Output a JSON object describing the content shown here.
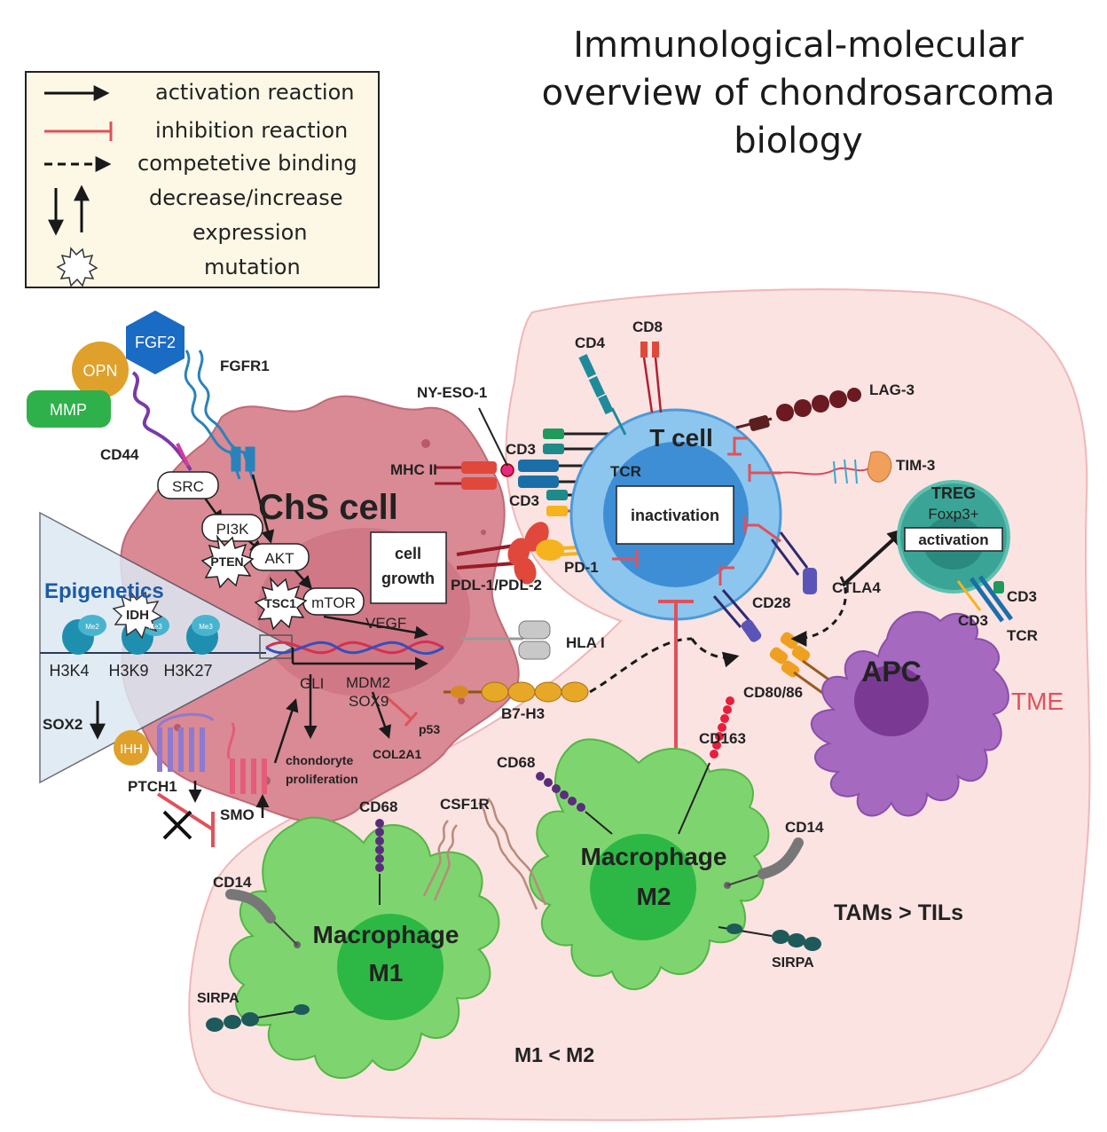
{
  "title": {
    "line1": "Immunological-molecular",
    "line2": "overview of chondrosarcoma",
    "line3": "biology"
  },
  "legend": {
    "activation": "activation reaction",
    "inhibition": "inhibition reaction",
    "competitive": "competetive binding",
    "decrease_increase": "decrease/increase",
    "expression": "expression",
    "mutation": "mutation"
  },
  "colors": {
    "chs_cell": "#d98a94",
    "tme": "#fbe3e2",
    "tcell": "#8cc6ee",
    "treg": "#3aa596",
    "apc": "#a569c0",
    "macrophage": "#7ed56f",
    "inhibition": "#e0515a",
    "epigenetics_panel": "#dce8f2"
  },
  "labels": {
    "fgf2": "FGF2",
    "fgfr1": "FGFR1",
    "opn": "OPN",
    "mmp": "MMP",
    "cd44": "CD44",
    "src": "SRC",
    "pi3k": "PI3K",
    "pten": "PTEN",
    "akt": "AKT",
    "tsc1": "TSC1",
    "mtor": "mTOR",
    "vegf": "VEGF",
    "chs_cell": "ChS cell",
    "cell_growth_1": "cell",
    "cell_growth_2": "growth",
    "epigenetics": "Epigenetics",
    "idh": "IDH",
    "me2": "Me2",
    "me3a": "Me3",
    "me3b": "Me3",
    "h3k4": "H3K4",
    "h3k9": "H3K9",
    "h3k27": "H3K27",
    "sox2": "SOX2",
    "ihh": "IHH",
    "ptch1": "PTCH1",
    "smo": "SMO",
    "gli": "GLI",
    "mdm2": "MDM2",
    "sox9": "SOX9",
    "p53": "p53",
    "col2a1": "COL2A1",
    "chondrocyte_1": "chondoryte",
    "chondrocyte_2": "proliferation",
    "ny_eso_1": "NY-ESO-1",
    "mhc_ii": "MHC II",
    "cd3_top": "CD3",
    "tcr": "TCR",
    "cd3_bottom": "CD3",
    "cd4": "CD4",
    "cd8": "CD8",
    "t_cell": "T cell",
    "inactivation": "inactivation",
    "lag3": "LAG-3",
    "tim3": "TIM-3",
    "treg": "TREG",
    "foxp3": "Foxp3+",
    "activation": "activation",
    "treg_cd3a": "CD3",
    "treg_cd3b": "CD3",
    "treg_tcr": "TCR",
    "pd1": "PD-1",
    "pdl": "PDL-1/PDL-2",
    "ctla4": "CTLA4",
    "cd28": "CD28",
    "cd80_86": "CD80/86",
    "hla_i": "HLA I",
    "b7h3": "B7-H3",
    "apc": "APC",
    "tme": "TME",
    "cd163": "CD163",
    "cd68_m2": "CD68",
    "macrophage_m2": "Macrophage",
    "m2": "M2",
    "cd14_m2": "CD14",
    "sirpa_m2": "SIRPA",
    "tams_tils": "TAMs > TILs",
    "cd68_m1": "CD68",
    "csf1r": "CSF1R",
    "cd14_m1": "CD14",
    "macrophage_m1": "Macrophage",
    "m1": "M1",
    "sirpa_m1": "SIRPA",
    "m1_m2": "M1 < M2"
  }
}
